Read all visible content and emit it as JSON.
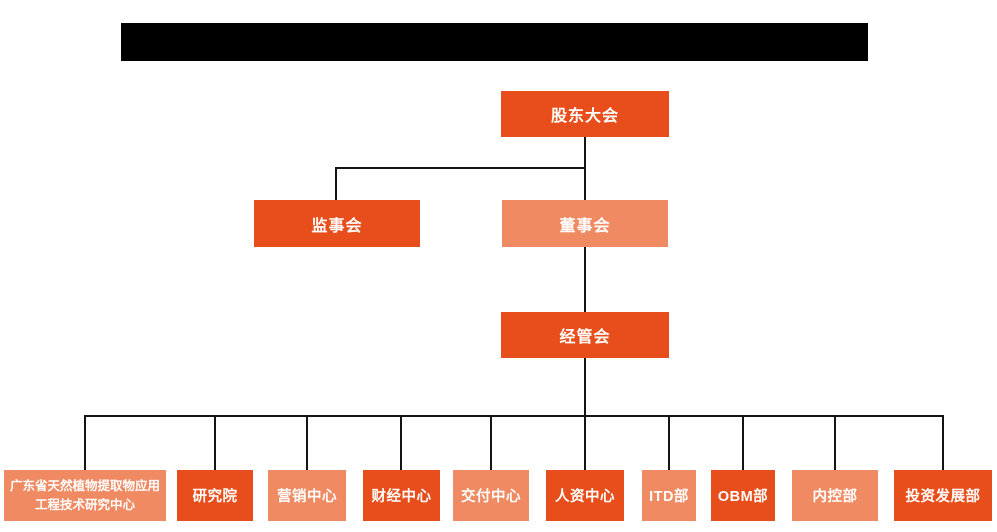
{
  "colors": {
    "node_dark": "#e84e1b",
    "node_light": "#ef8a62",
    "node_text": "#ffffff",
    "connector": "#141414",
    "redaction": "#000000",
    "background": "#ffffff"
  },
  "org_chart": {
    "levels": {
      "shareholders": "股东大会",
      "supervisory": "监事会",
      "board": "董事会",
      "management": "经管会"
    },
    "departments": [
      {
        "label": "广东省天然植物提取物应用工程技术研究中心",
        "variant": "light"
      },
      {
        "label": "研究院",
        "variant": "dark"
      },
      {
        "label": "营销中心",
        "variant": "light"
      },
      {
        "label": "财经中心",
        "variant": "dark"
      },
      {
        "label": "交付中心",
        "variant": "light"
      },
      {
        "label": "人资中心",
        "variant": "dark"
      },
      {
        "label": "ITD部",
        "variant": "light"
      },
      {
        "label": "OBM部",
        "variant": "dark"
      },
      {
        "label": "内控部",
        "variant": "light"
      },
      {
        "label": "投资发展部",
        "variant": "dark"
      }
    ]
  }
}
